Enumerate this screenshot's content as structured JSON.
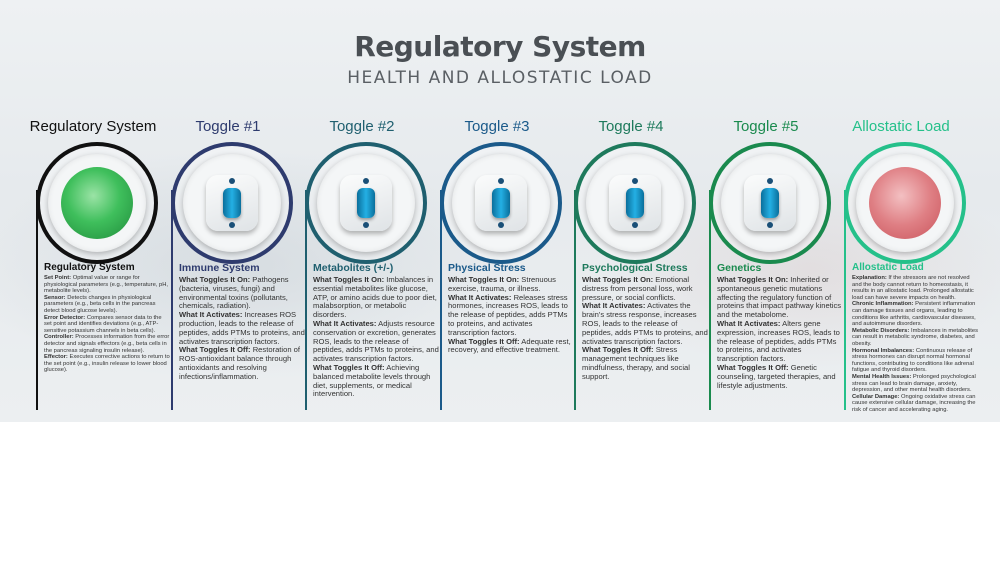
{
  "title": "Regulatory System",
  "subtitle": "HEALTH AND ALLOSTATIC LOAD",
  "columns": [
    {
      "key": "regulatory",
      "header": "Regulatory System",
      "body_title": "Regulatory System",
      "color": "#111111",
      "orb": "green",
      "paragraphs": [
        {
          "label": "Set Point:",
          "text": "Optimal value or range for physiological parameters (e.g., temperature, pH, metabolite levels)."
        },
        {
          "label": "Sensor:",
          "text": "Detects changes in physiological parameters (e.g., beta cells in the pancreas detect blood glucose levels)."
        },
        {
          "label": "Error Detector:",
          "text": "Compares sensor data to the set point and identifies deviations (e.g., ATP-sensitive potassium channels in beta cells)."
        },
        {
          "label": "Controller:",
          "text": "Processes information from the error detector and signals effectors (e.g., beta cells in the pancreas signaling insulin release)."
        },
        {
          "label": "Effector:",
          "text": "Executes corrective actions to return to the set point (e.g., insulin release to lower blood glucose)."
        }
      ]
    },
    {
      "key": "toggle1",
      "header": "Toggle #1",
      "body_title": "Immune System",
      "color": "#2e3b6e",
      "orb": "switch",
      "paragraphs": [
        {
          "label": "What Toggles It On:",
          "text": "Pathogens (bacteria, viruses, fungi) and environmental toxins (pollutants, chemicals, radiation)."
        },
        {
          "label": "What It Activates:",
          "text": "Increases ROS production, leads to the release of peptides, adds PTMs to proteins, and activates transcription factors."
        },
        {
          "label": "What Toggles It Off:",
          "text": "Restoration of ROS-antioxidant balance through antioxidants and resolving infections/inflammation."
        }
      ]
    },
    {
      "key": "toggle2",
      "header": "Toggle #2",
      "body_title": "Metabolites (+/-)",
      "color": "#1f5f6f",
      "orb": "switch",
      "paragraphs": [
        {
          "label": "What Toggles It On:",
          "text": "Imbalances in essential metabolites like glucose, ATP, or amino acids due to poor diet, malabsorption, or metabolic disorders."
        },
        {
          "label": "What It Activates:",
          "text": "Adjusts resource conservation or excretion, generates ROS, leads to the release of peptides, adds PTMs to proteins, and activates transcription factors."
        },
        {
          "label": "What Toggles It Off:",
          "text": "Achieving balanced metabolite levels through diet, supplements, or medical intervention."
        }
      ]
    },
    {
      "key": "toggle3",
      "header": "Toggle #3",
      "body_title": "Physical Stress",
      "color": "#1b5a8a",
      "orb": "switch",
      "paragraphs": [
        {
          "label": "What Toggles It On:",
          "text": "Strenuous exercise, trauma, or illness."
        },
        {
          "label": "What It Activates:",
          "text": "Releases stress hormones, increases ROS, leads to the release of peptides, adds PTMs to proteins, and activates transcription factors."
        },
        {
          "label": "What Toggles It Off:",
          "text": "Adequate rest, recovery, and effective treatment."
        }
      ]
    },
    {
      "key": "toggle4",
      "header": "Toggle #4",
      "body_title": "Psychological Stress",
      "color": "#1e7a5c",
      "orb": "switch",
      "paragraphs": [
        {
          "label": "What Toggles It On:",
          "text": "Emotional distress from personal loss, work pressure, or social conflicts."
        },
        {
          "label": "What It Activates:",
          "text": "Activates the brain's stress response, increases ROS, leads to the release of peptides, adds PTMs to proteins, and activates transcription factors."
        },
        {
          "label": "What Toggles It Off:",
          "text": "Stress management techniques like mindfulness, therapy, and social support."
        }
      ]
    },
    {
      "key": "toggle5",
      "header": "Toggle #5",
      "body_title": "Genetics",
      "color": "#1a8a4e",
      "orb": "switch",
      "paragraphs": [
        {
          "label": "What Toggles It On:",
          "text": "Inherited or spontaneous genetic mutations affecting the regulatory function of proteins that impact pathway kinetics and the metabolome."
        },
        {
          "label": "What It Activates:",
          "text": "Alters gene expression, increases ROS, leads to the release of peptides, adds PTMs to proteins, and activates transcription factors."
        },
        {
          "label": "What Toggles It Off:",
          "text": "Genetic counseling, targeted therapies, and lifestyle adjustments."
        }
      ]
    },
    {
      "key": "allostatic",
      "header": "Allostatic Load",
      "body_title": "Allostatic Load",
      "color": "#25c08a",
      "orb": "red",
      "paragraphs": [
        {
          "label": "Explanation:",
          "text": "If the stressors are not resolved and the body cannot return to homeostasis, it results in an allostatic load. Prolonged allostatic load can have severe impacts on health."
        },
        {
          "label": "Chronic Inflammation:",
          "text": "Persistent inflammation can damage tissues and organs, leading to conditions like arthritis, cardiovascular diseases, and autoimmune disorders."
        },
        {
          "label": "Metabolic Disorders:",
          "text": "Imbalances in metabolites can result in metabolic syndrome, diabetes, and obesity."
        },
        {
          "label": "Hormonal Imbalances:",
          "text": "Continuous release of stress hormones can disrupt normal hormonal functions, contributing to conditions like adrenal fatigue and thyroid disorders."
        },
        {
          "label": "Mental Health Issues:",
          "text": "Prolonged psychological stress can lead to brain damage, anxiety, depression, and other mental health disorders."
        },
        {
          "label": "Cellular Damage:",
          "text": "Ongoing oxidative stress can cause extensive cellular damage, increasing the risk of cancer and accelerating aging."
        }
      ]
    }
  ]
}
